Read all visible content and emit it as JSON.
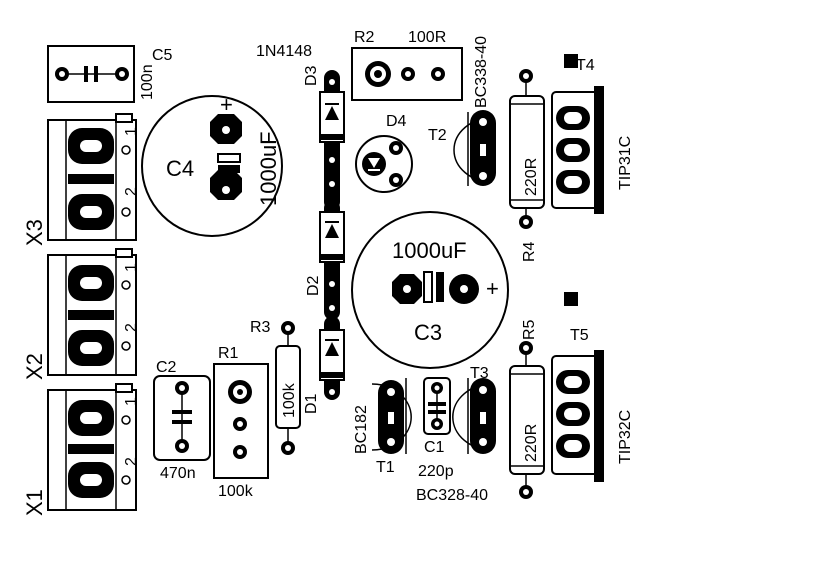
{
  "board": {
    "labels": {
      "c5": "C5",
      "c5_value": "100n",
      "d3": "D3",
      "d3_part": "1N4148",
      "r2": "R2",
      "r2_value": "100R",
      "t2_part": "BC338-40",
      "t2": "T2",
      "t4": "T4",
      "t4_part": "TIP31C",
      "d4": "D4",
      "c4": "C4",
      "c4_value": "1000uF",
      "c4_plus": "+",
      "r4_value": "220R",
      "r4": "R4",
      "c3_value": "1000uF",
      "c3": "C3",
      "c3_plus": "+",
      "d2": "D2",
      "r5": "R5",
      "t5": "T5",
      "r5_value": "220R",
      "t5_part": "TIP32C",
      "r3": "R3",
      "r1": "R1",
      "r3_value": "100k",
      "c2": "C2",
      "c2_value": "470n",
      "r1_value": "100k",
      "d1": "D1",
      "t1_part": "BC182",
      "t1": "T1",
      "c1": "C1",
      "c1_value": "220p",
      "t3": "T3",
      "t3_part": "BC328-40",
      "x1": "X1",
      "x2": "X2",
      "x3": "X3",
      "pin1": "1",
      "pin2": "2"
    }
  }
}
